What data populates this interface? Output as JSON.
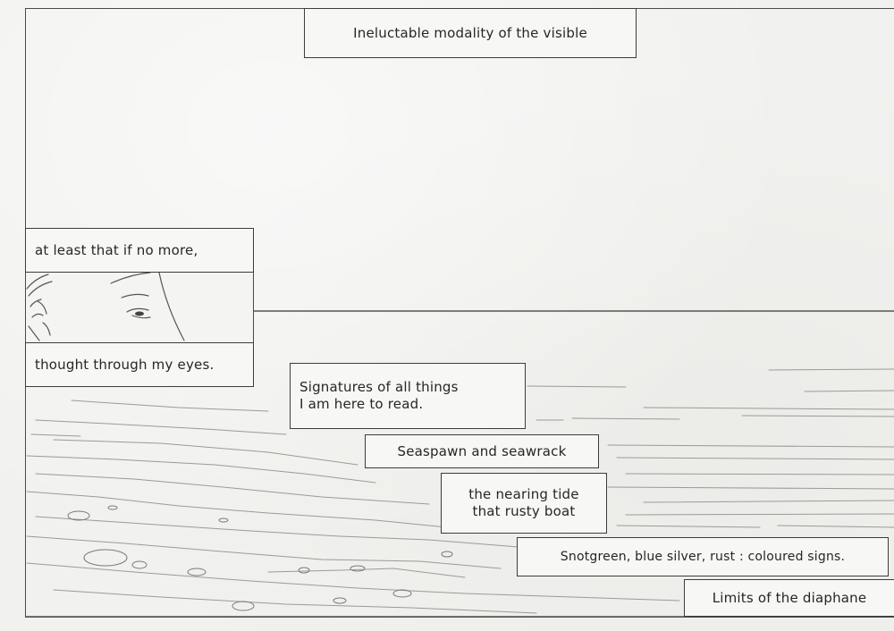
{
  "captions": {
    "top": "Ineluctable modality of the visible",
    "at_least": "at least that if no more,",
    "thought": "thought through my eyes.",
    "signatures_1": "Signatures of all things",
    "signatures_2": "I am here to read.",
    "seaspawn": "Seaspawn and seawrack",
    "tide_1": "the nearing tide",
    "tide_2": "that rusty boat",
    "snotgreen": "Snotgreen, blue silver, rust : coloured signs.",
    "limits": "Limits of the diaphane"
  },
  "colors": {
    "paper": "#f1f1ef",
    "ink": "#3c3c3c",
    "pencil": "#8a8a8a"
  }
}
